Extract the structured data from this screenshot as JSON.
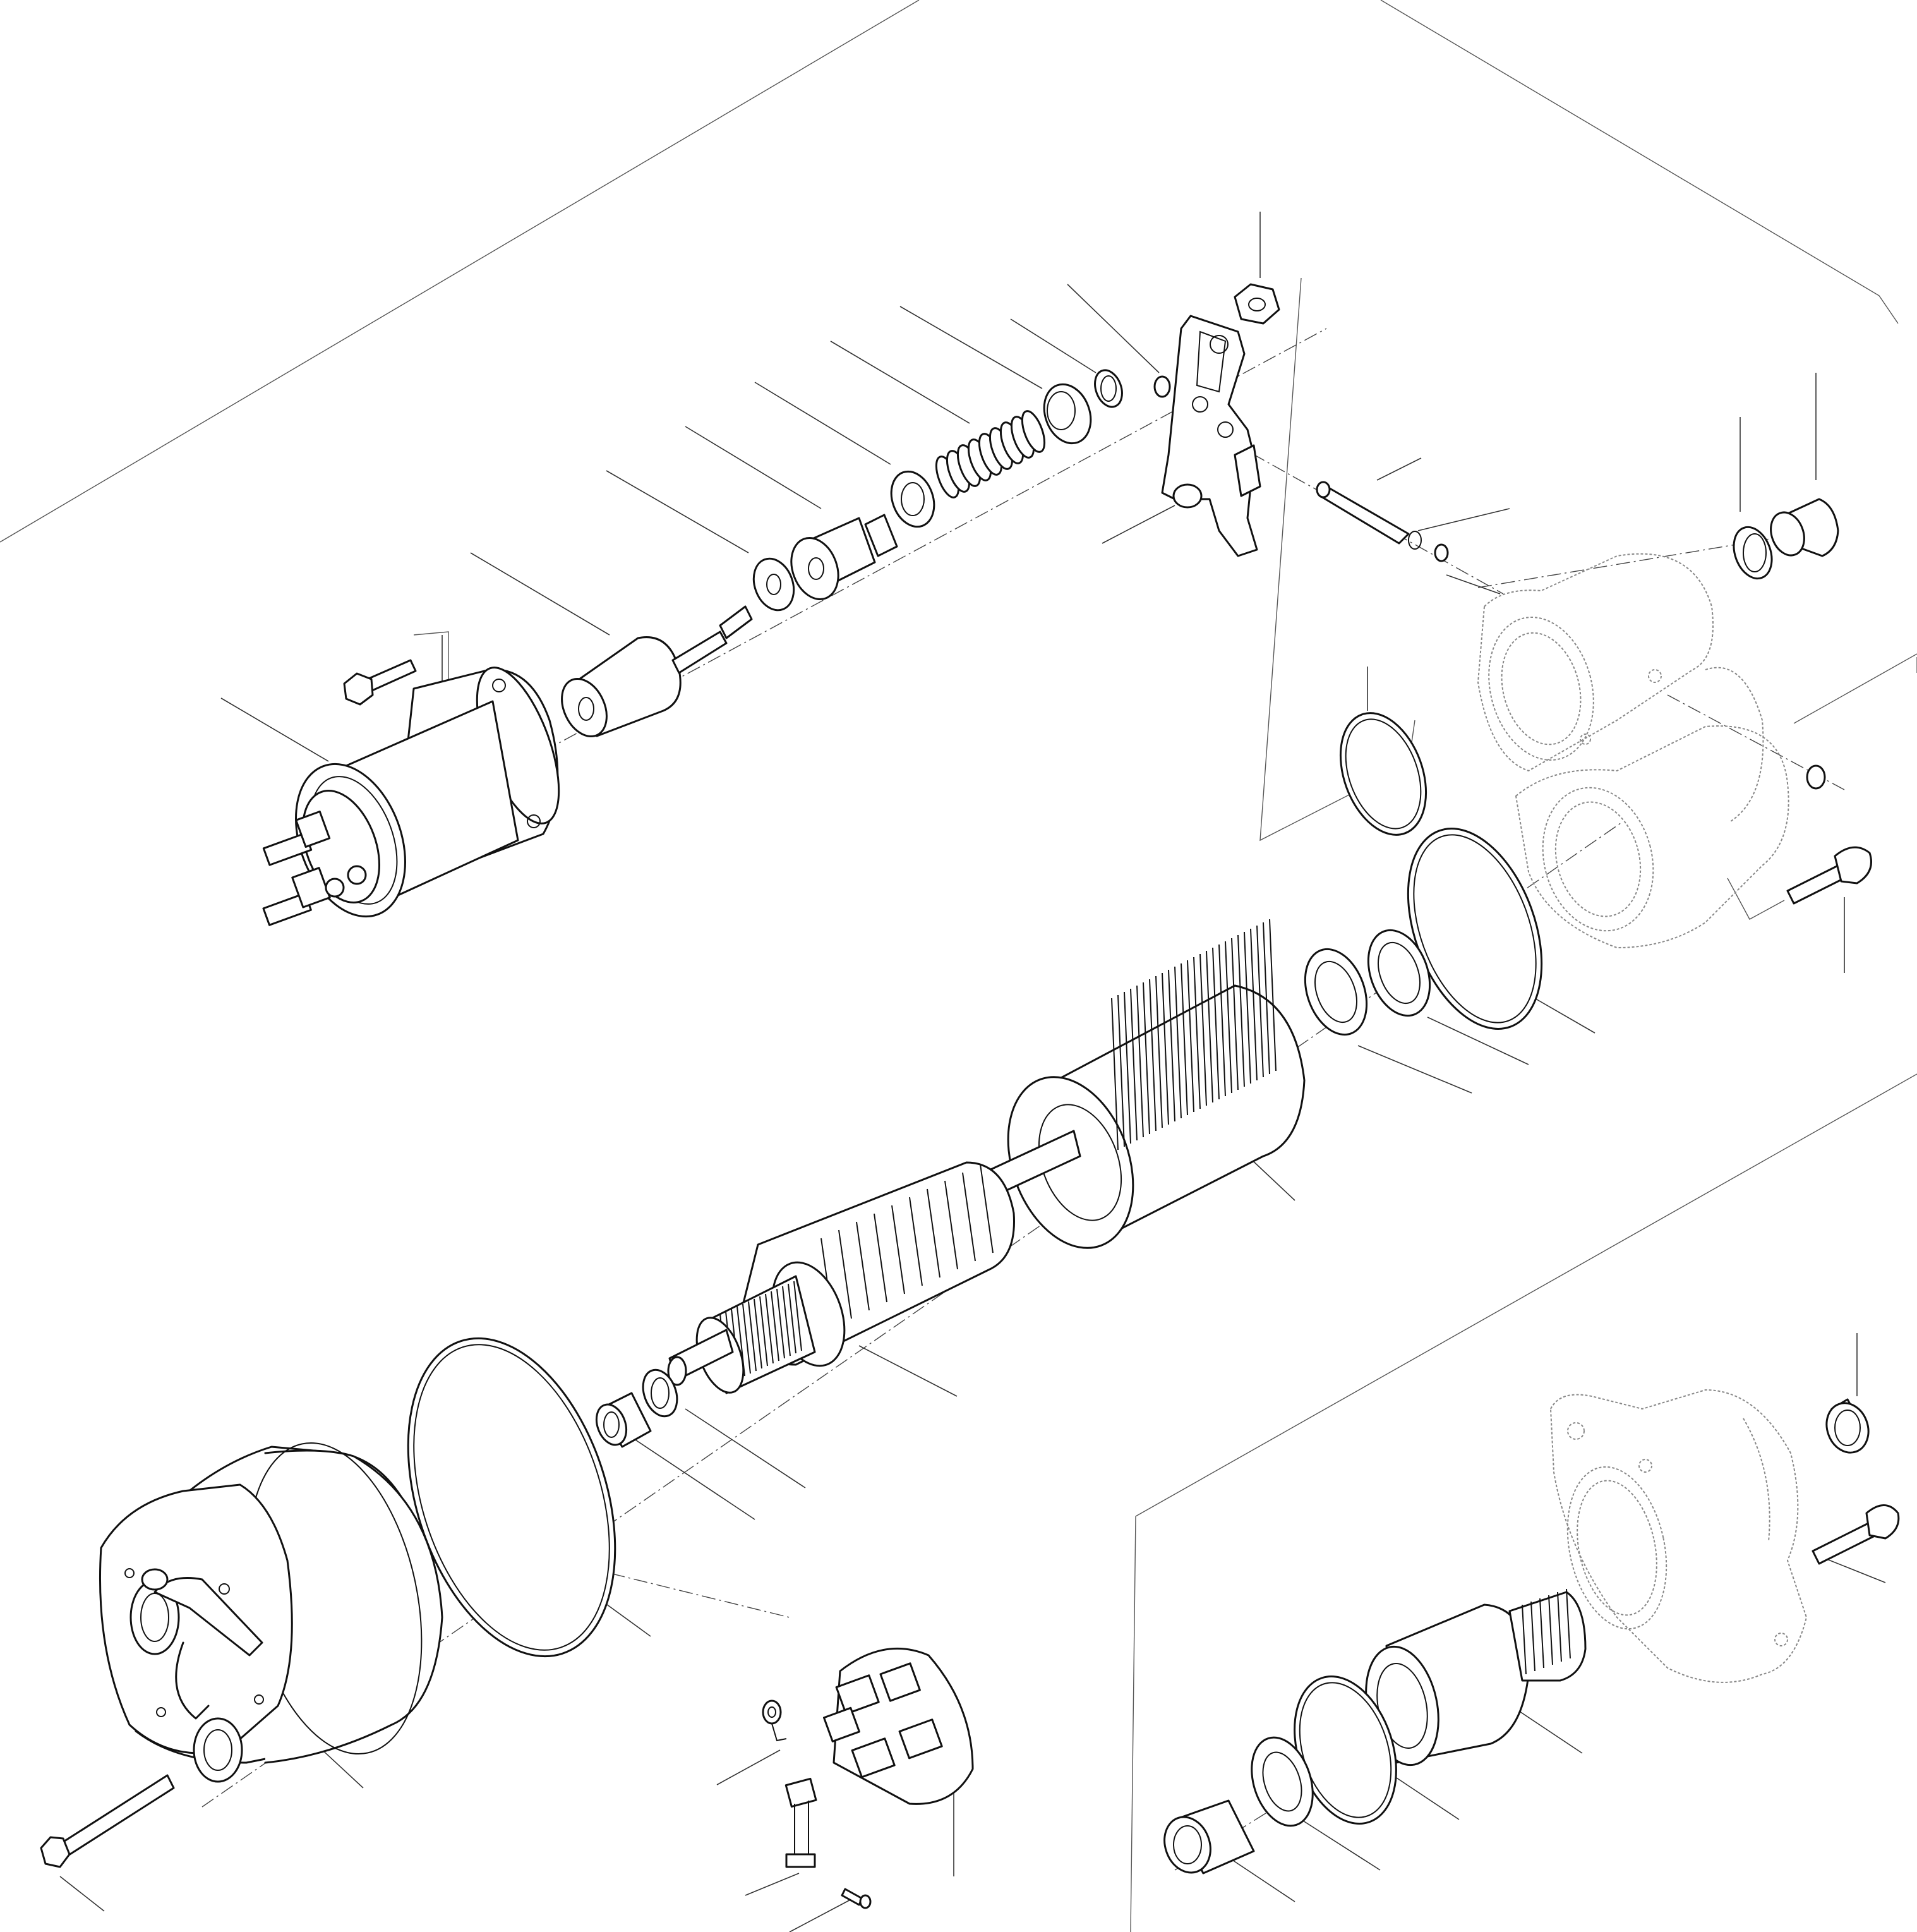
{
  "diagram": {
    "kind": "exploded-view",
    "subject": "starter motor",
    "line_color": "#111111",
    "background_color": "#ffffff",
    "ghost_color": "#888888",
    "parts": [
      {
        "id": "solenoid"
      },
      {
        "id": "solenoid-bolt"
      },
      {
        "id": "plunger"
      },
      {
        "id": "washer-1"
      },
      {
        "id": "pinion-sleeve"
      },
      {
        "id": "washer-2"
      },
      {
        "id": "spring"
      },
      {
        "id": "spring-cup"
      },
      {
        "id": "snap-ring-1"
      },
      {
        "id": "ball"
      },
      {
        "id": "nut"
      },
      {
        "id": "shift-lever"
      },
      {
        "id": "pivot-pin"
      },
      {
        "id": "pin-clip"
      },
      {
        "id": "drive-housing-ghost"
      },
      {
        "id": "plug-seal"
      },
      {
        "id": "plug"
      },
      {
        "id": "o-ring-small"
      },
      {
        "id": "cap-screw-1"
      },
      {
        "id": "o-ring-large"
      },
      {
        "id": "thrust-washer-1"
      },
      {
        "id": "thrust-washer-2"
      },
      {
        "id": "field-frame"
      },
      {
        "id": "armature"
      },
      {
        "id": "bushing-1"
      },
      {
        "id": "thrust-washer-3"
      },
      {
        "id": "o-ring-3"
      },
      {
        "id": "end-frame"
      },
      {
        "id": "through-bolt"
      },
      {
        "id": "brush-holder-plate"
      },
      {
        "id": "brush-spring"
      },
      {
        "id": "brush"
      },
      {
        "id": "brush-screw"
      },
      {
        "id": "nose-housing-ghost"
      },
      {
        "id": "bushing-2"
      },
      {
        "id": "cap-screw-2"
      },
      {
        "id": "pinion-drive"
      },
      {
        "id": "o-ring-4"
      },
      {
        "id": "thrust-washer-4"
      },
      {
        "id": "bushing-3"
      }
    ]
  }
}
